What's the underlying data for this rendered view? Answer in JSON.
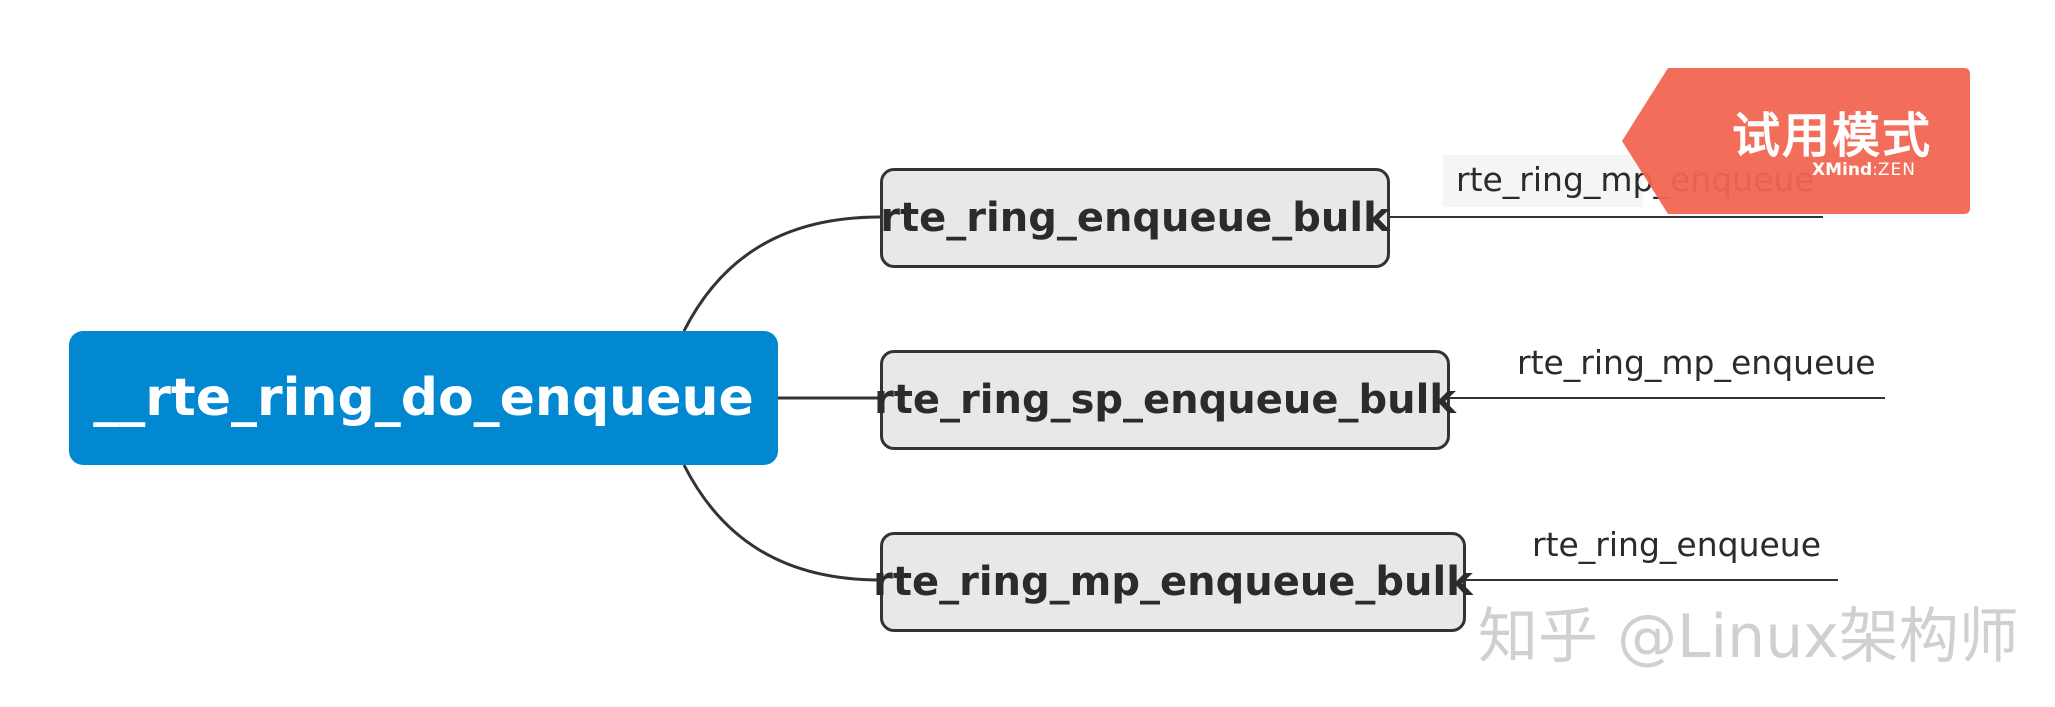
{
  "mindmap": {
    "root": "__rte_ring_do_enqueue",
    "branches": [
      {
        "label": "rte_ring_enqueue_bulk",
        "leaf": "rte_ring_mp_enqueue"
      },
      {
        "label": "rte_ring_sp_enqueue_bulk",
        "leaf": "rte_ring_mp_enqueue"
      },
      {
        "label": "rte_ring_mp_enqueue_bulk",
        "leaf": "rte_ring_enqueue"
      }
    ]
  },
  "trial_banner": {
    "title": "试用模式",
    "brand": "XMind",
    "separator": ":",
    "edition": "ZEN",
    "color": "#f26552"
  },
  "watermark": "知乎 @Linux架构师",
  "colors": {
    "root_fill": "#0288d1",
    "branch_fill": "#e8e8e8",
    "branch_border": "#333333",
    "connector": "#333333"
  }
}
